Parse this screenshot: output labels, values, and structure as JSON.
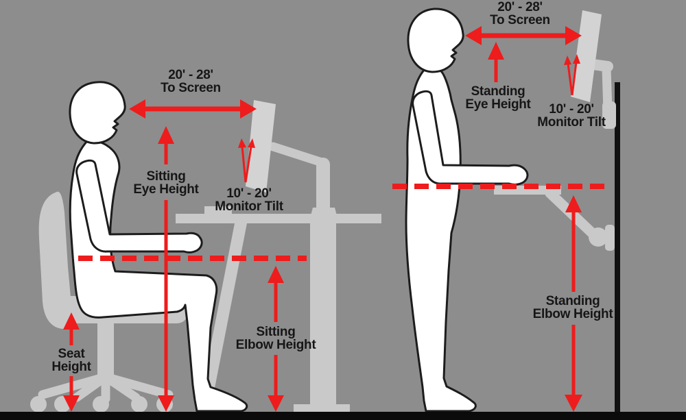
{
  "diagram_type": "ergonomics-posture-guide",
  "colors": {
    "background": "#8d8d8d",
    "furniture_gray": "#c9c9c9",
    "monitor_gray": "#d3d3d3",
    "silhouette_white": "#ffffff",
    "outline_black": "#1c1c1c",
    "arrow_red": "#ee1c1c",
    "floor_black": "#0b0b0b",
    "wall_black": "#111111",
    "label_black": "#161616"
  },
  "annotations": {
    "sitting": {
      "to_screen": {
        "line1": "20' - 28'",
        "line2": "To Screen"
      },
      "eye_height": {
        "line1": "Sitting",
        "line2": "Eye Height"
      },
      "monitor_tilt": {
        "line1": "10' - 20'",
        "line2": "Monitor Tilt"
      },
      "elbow_height": {
        "line1": "Sitting",
        "line2": "Elbow Height"
      },
      "seat_height": {
        "line1": "Seat",
        "line2": "Height"
      }
    },
    "standing": {
      "to_screen": {
        "line1": "20' - 28'",
        "line2": "To Screen"
      },
      "eye_height": {
        "line1": "Standing",
        "line2": "Eye Height"
      },
      "monitor_tilt": {
        "line1": "10' - 20'",
        "line2": "Monitor Tilt"
      },
      "elbow_height": {
        "line1": "Standing",
        "line2": "Elbow Height"
      }
    }
  }
}
